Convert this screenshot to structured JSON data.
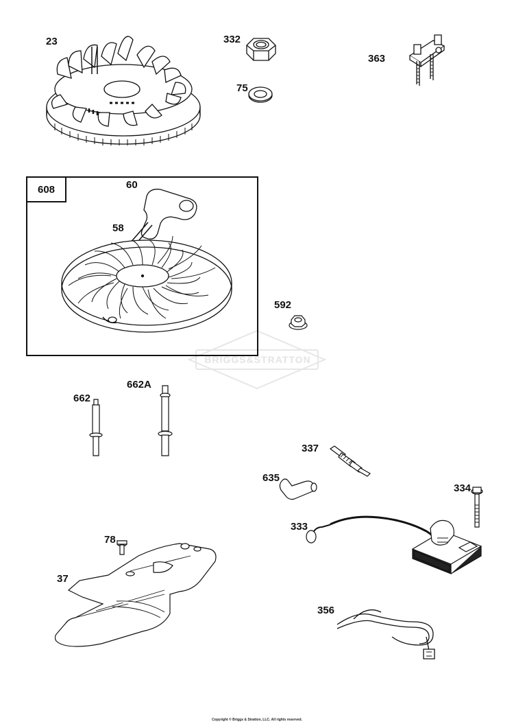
{
  "kit": {
    "number": "608"
  },
  "parts": [
    {
      "id": "flywheel",
      "number": "23"
    },
    {
      "id": "nut",
      "number": "332"
    },
    {
      "id": "washer",
      "number": "75"
    },
    {
      "id": "stop-switch",
      "number": "363"
    },
    {
      "id": "starter-handle",
      "number": "60"
    },
    {
      "id": "starter-rope",
      "number": "58"
    },
    {
      "id": "flange-nut",
      "number": "592"
    },
    {
      "id": "stud",
      "number": "662"
    },
    {
      "id": "stud-long",
      "number": "662A"
    },
    {
      "id": "spark-plug",
      "number": "337"
    },
    {
      "id": "plug-boot",
      "number": "635"
    },
    {
      "id": "screw",
      "number": "334"
    },
    {
      "id": "armature",
      "number": "333"
    },
    {
      "id": "screw-small",
      "number": "78"
    },
    {
      "id": "shield",
      "number": "37"
    },
    {
      "id": "wire-harness",
      "number": "356"
    }
  ],
  "watermark": {
    "text": "BRIGGS&STRATTON"
  },
  "footer": {
    "copyright": "Copyright © Briggs & Stratton, LLC. All rights reserved."
  }
}
